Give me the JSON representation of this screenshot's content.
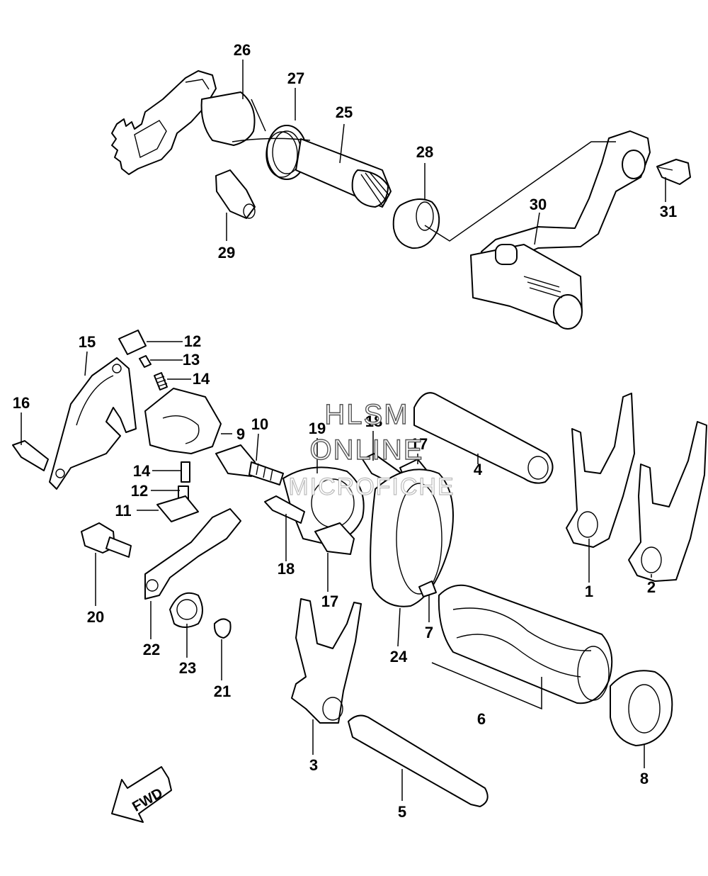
{
  "watermark": {
    "line1": "HLSM",
    "line2": "ONLINE",
    "line3": "MICROFICHE"
  },
  "direction_label": "FWD",
  "callouts": {
    "c1": "1",
    "c2": "2",
    "c3": "3",
    "c4": "4",
    "c5": "5",
    "c6": "6",
    "c7": "7",
    "c8": "8",
    "c9": "9",
    "c10": "10",
    "c11": "11",
    "c12a": "12",
    "c12b": "12",
    "c13": "13",
    "c14a": "14",
    "c14b": "14",
    "c15": "15",
    "c16": "16",
    "c17a": "17",
    "c17b": "17",
    "c18a": "18",
    "c18b": "18",
    "c19": "19",
    "c20": "20",
    "c21": "21",
    "c22": "22",
    "c23": "23",
    "c24": "24",
    "c25": "25",
    "c26": "26",
    "c27": "27",
    "c28": "28",
    "c29": "29",
    "c30": "30",
    "c31": "31"
  }
}
